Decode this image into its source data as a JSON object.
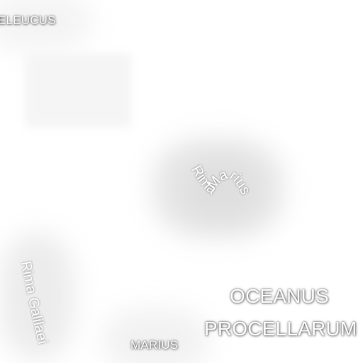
{
  "map": {
    "labels": {
      "seleucus": "ELEUCUS",
      "rima_marius": "Rima Marius",
      "rima_galilaei": "Rima Galilaei",
      "oceanus_line1": "OCEANUS",
      "oceanus_line2": "PROCELLARUM",
      "marius": "MARIUS"
    },
    "colors": {
      "background": "#ffffff",
      "label_fill": "#ffffff",
      "label_halo": "#000000",
      "terrain_shade": "#e6e6e6"
    }
  }
}
